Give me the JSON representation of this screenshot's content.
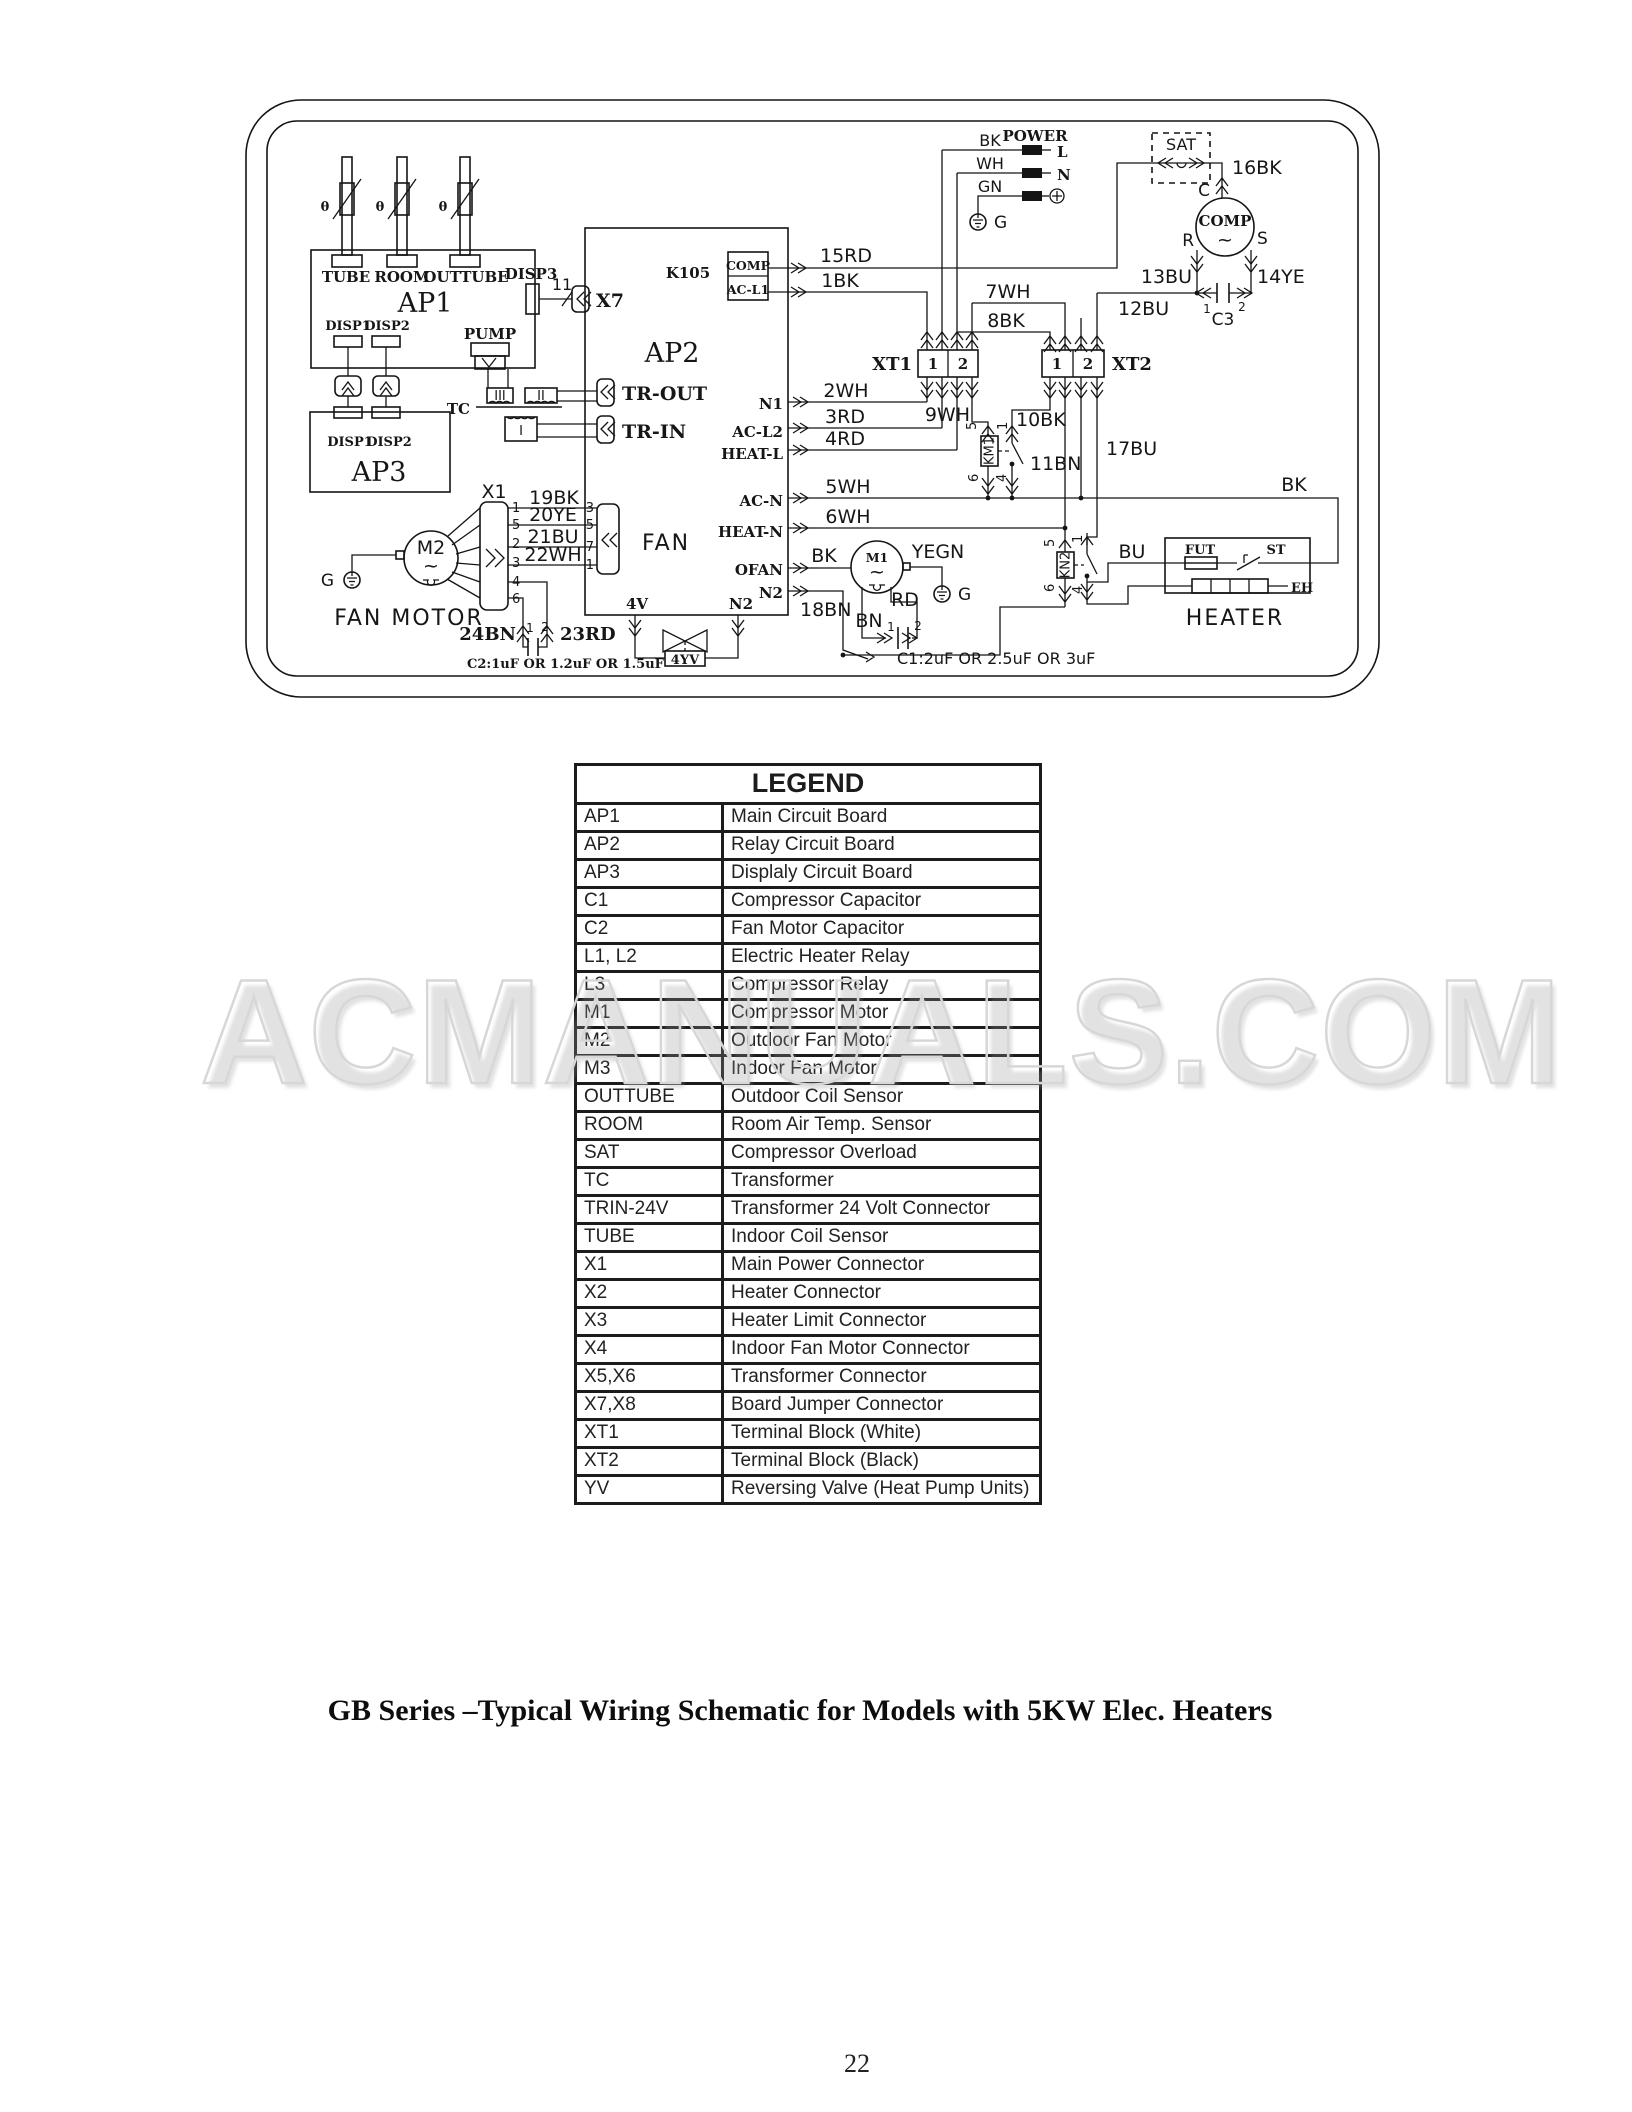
{
  "watermark": "ACMANUALS.COM",
  "title": "GB Series –Typical Wiring Schematic for Models with 5KW Elec. Heaters",
  "page_number": "22",
  "legend": {
    "header": "LEGEND",
    "rows": [
      {
        "key": "AP1",
        "desc": "Main Circuit Board"
      },
      {
        "key": "AP2",
        "desc": "Relay Circuit Board"
      },
      {
        "key": "AP3",
        "desc": "Displaly Circuit Board"
      },
      {
        "key": "C1",
        "desc": "Compressor Capacitor"
      },
      {
        "key": "C2",
        "desc": "Fan Motor Capacitor"
      },
      {
        "key": "L1, L2",
        "desc": "Electric Heater Relay"
      },
      {
        "key": "L3",
        "desc": "Compressor Relay"
      },
      {
        "key": "M1",
        "desc": "Compressor Motor"
      },
      {
        "key": "M2",
        "desc": "Outdoor Fan Motor"
      },
      {
        "key": "M3",
        "desc": "Indoor Fan Motor"
      },
      {
        "key": "OUTTUBE",
        "desc": "Outdoor Coil Sensor"
      },
      {
        "key": "ROOM",
        "desc": "Room Air Temp. Sensor"
      },
      {
        "key": "SAT",
        "desc": "Compressor Overload"
      },
      {
        "key": "TC",
        "desc": "Transformer"
      },
      {
        "key": "TRIN-24V",
        "desc": "Transformer 24 Volt Connector"
      },
      {
        "key": "TUBE",
        "desc": "Indoor Coil Sensor"
      },
      {
        "key": "X1",
        "desc": "Main Power Connector"
      },
      {
        "key": "X2",
        "desc": "Heater Connector"
      },
      {
        "key": "X3",
        "desc": "Heater Limit Connector"
      },
      {
        "key": "X4",
        "desc": "Indoor Fan Motor Connector"
      },
      {
        "key": "X5,X6",
        "desc": "Transformer Connector"
      },
      {
        "key": "X7,X8",
        "desc": "Board Jumper Connector"
      },
      {
        "key": "XT1",
        "desc": "Terminal Block (White)"
      },
      {
        "key": "XT2",
        "desc": "Terminal Block (Black)"
      },
      {
        "key": "YV",
        "desc": "Reversing Valve (Heat Pump Units)"
      }
    ]
  },
  "s": {
    "tube": "TUBE",
    "room": "ROOM",
    "outtube": "OUTTUBE",
    "theta1": "θ",
    "theta2": "θ",
    "theta3": "θ",
    "ap1": "AP1",
    "ap2": "AP2",
    "ap3": "AP3",
    "disp1a": "DISP1",
    "disp2a": "DISP2",
    "disp1b": "DISP1",
    "disp2b": "DISP2",
    "disp3": "DISP3",
    "pump": "PUMP",
    "tc": "TC",
    "wIII": "III",
    "wII": "II",
    "wI": "I",
    "x7": "X7",
    "n11": "11",
    "k105": "K105",
    "comp_conn": "COMP",
    "ac_l1": "AC-L1",
    "tr_out": "TR-OUT",
    "tr_in": "TR-IN",
    "x1": "X1",
    "fan": "FAN",
    "fan_motor": "FAN MOTOR",
    "m2": "M2",
    "m2t": "~",
    "g1": "G",
    "g2": "G",
    "g3": "G",
    "x1p1": "1",
    "x1p5": "5",
    "x1p2": "2",
    "x1p3": "3",
    "x1p4": "4",
    "x1p6": "6",
    "fp3": "3",
    "fp5": "5",
    "fp7": "7",
    "fp1": "1",
    "w19bk": "19BK",
    "w20ye": "20YE",
    "w21bu": "21BU",
    "w22wh": "22WH",
    "w24bn": "24BN",
    "w23rd": "23RD",
    "c2p1": "1",
    "c2p2": "2",
    "c2txt": "C2:1uF OR 1.2uF OR 1.5uF",
    "v4": "4V",
    "n2a": "N2",
    "yv": "4YV",
    "n2b": "N2",
    "w18bn": "18BN",
    "bn": "BN",
    "rd": "RD",
    "m1": "M1",
    "m1t": "~",
    "yegn": "YEGN",
    "bkofan": "BK",
    "c1p1": "1",
    "c1p2": "2",
    "c1txt": "C1:2uF OR 2.5uF OR 3uF",
    "n1": "N1",
    "ac_l2": "AC-L2",
    "heat_l": "HEAT-L",
    "ac_n": "AC-N",
    "heat_n": "HEAT-N",
    "ofan": "OFAN",
    "n2r": "N2",
    "w15rd": "15RD",
    "w1bk": "1BK",
    "w2wh": "2WH",
    "w3rd": "3RD",
    "w4rd": "4RD",
    "w5wh": "5WH",
    "w6wh": "6WH",
    "w7wh": "7WH",
    "w8bk": "8BK",
    "w9wh": "9WH",
    "w10bk": "10BK",
    "w11bn": "11BN",
    "w12bu": "12BU",
    "w13bu": "13BU",
    "w14ye": "14YE",
    "w16bk": "16BK",
    "w17bu": "17BU",
    "bkheat": "BK",
    "bu": "BU",
    "power": "POWER",
    "pl": "L",
    "pn": "N",
    "pbk": "BK",
    "pwh": "WH",
    "pgn": "GN",
    "xt1": "XT1",
    "xt2": "XT2",
    "xt1c1": "1",
    "xt1c2": "2",
    "xt2c1": "1",
    "xt2c2": "2",
    "sat": "SAT",
    "comp": "COMP",
    "compt": "~",
    "cc": "C",
    "cr": "R",
    "cs": "S",
    "c3": "C3",
    "c3p1": "1",
    "c3p2": "2",
    "km1": "KM1",
    "kn2": "KN2",
    "km1p5": "5",
    "km1p1": "1",
    "km1p6": "6",
    "km1p4": "4",
    "kn2p5": "5",
    "kn2p1": "1",
    "kn2p6": "6",
    "kn2p4": "4",
    "fut": "FUT",
    "st": "ST",
    "eh": "EH",
    "heater": "HEATER"
  }
}
